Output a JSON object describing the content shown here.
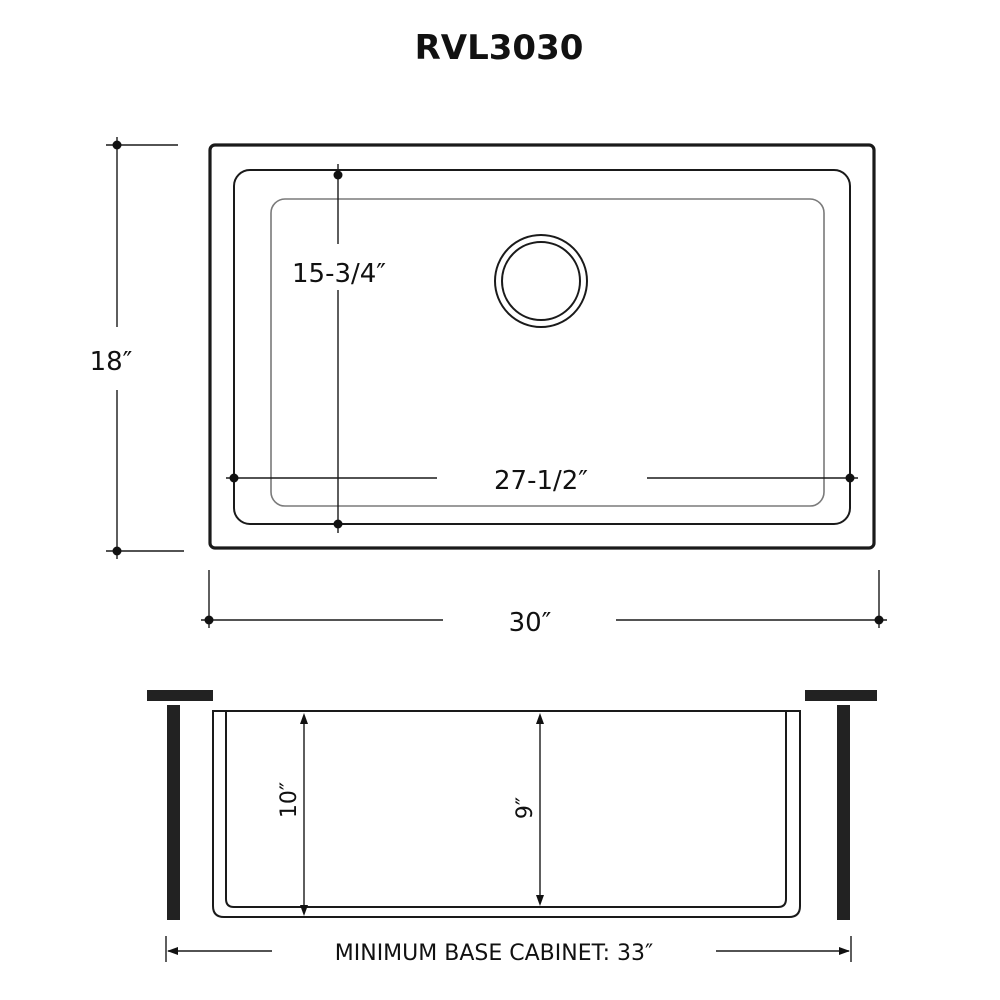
{
  "title": "RVL3030",
  "top_view": {
    "overall_height_label": "18″",
    "overall_width_label": "30″",
    "bowl_depth_front_to_back_label": "15-3/4″",
    "bowl_width_label": "27-1/2″",
    "drain": "circular-drain"
  },
  "side_view": {
    "outer_depth_label": "10″",
    "inner_depth_label": "9″",
    "cabinet_label": "MINIMUM BASE CABINET: 33″"
  },
  "colors": {
    "line": "#1a1a1a",
    "inner_line": "#7a7a7a",
    "background": "#ffffff"
  }
}
